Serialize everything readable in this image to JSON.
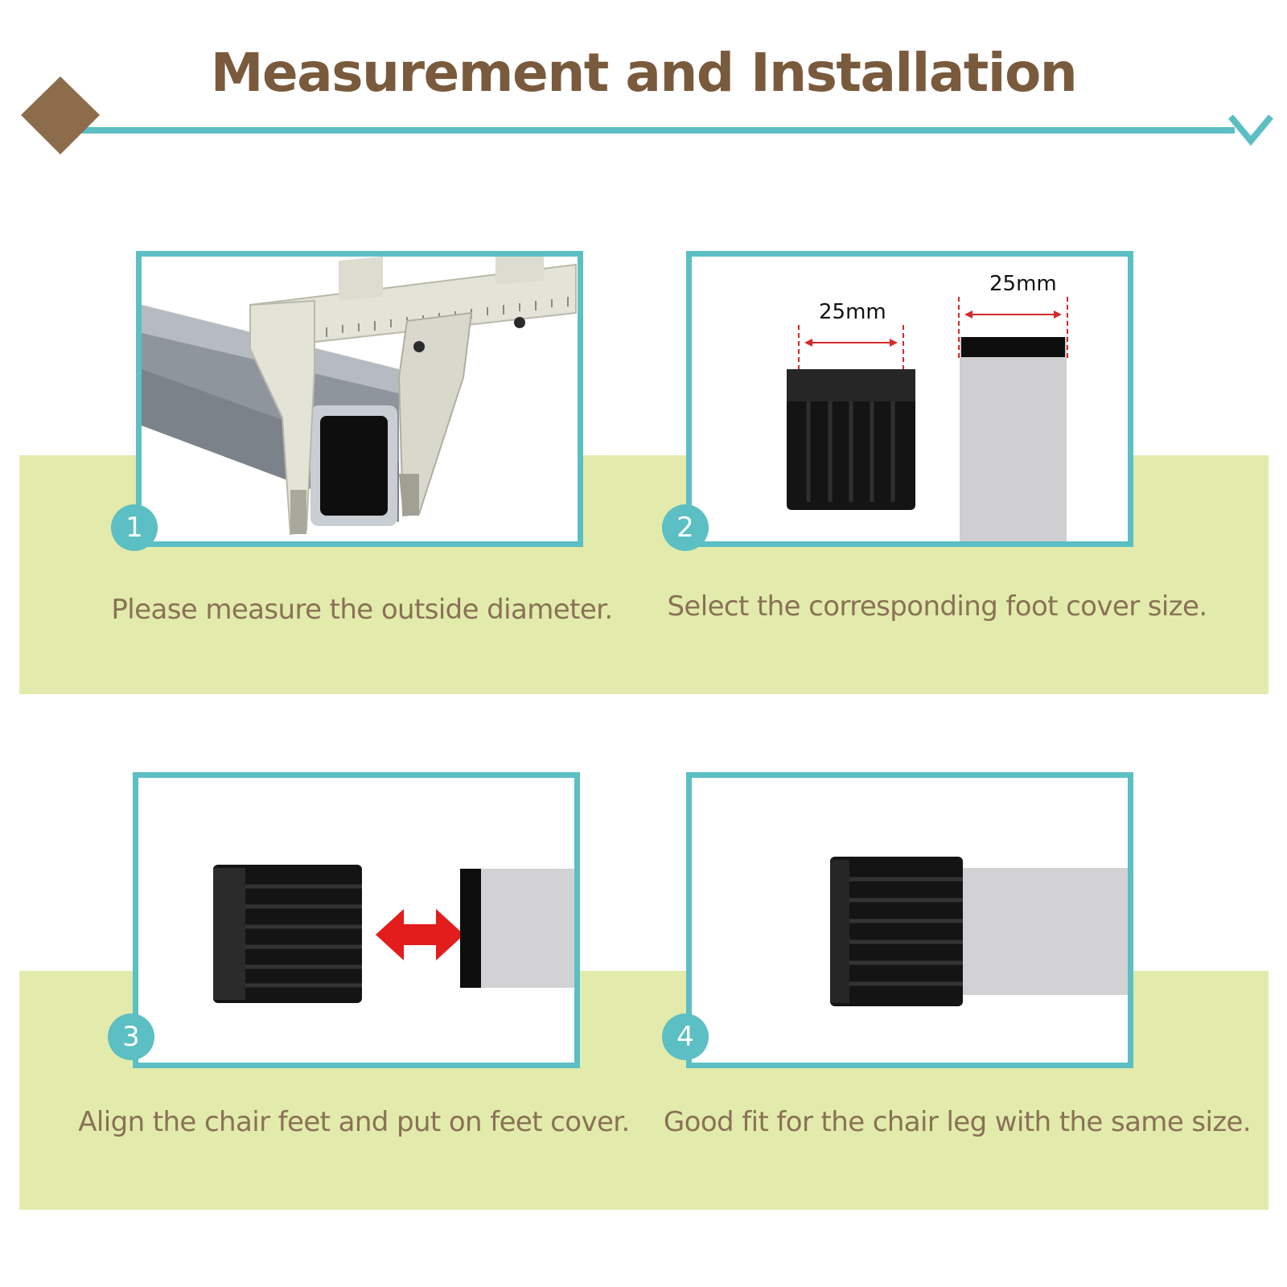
{
  "title": "Measurement and Installation",
  "colors": {
    "title": "#7a5a3c",
    "accent_teal": "#5bbfc3",
    "diamond": "#8d6c4b",
    "band": "#e2ebab",
    "caption": "#8a7157",
    "arrow": "#e31c1c",
    "dimension_line": "#d42a2a"
  },
  "icons": {
    "header_left": "diamond-icon",
    "header_right": "chevron-down-icon",
    "step3_arrow": "double-arrow-icon"
  },
  "steps": [
    {
      "number": "1",
      "caption": "Please measure the outside diameter."
    },
    {
      "number": "2",
      "caption": "Select the corresponding foot cover size.",
      "cap_dimension": "25mm",
      "leg_dimension": "25mm"
    },
    {
      "number": "3",
      "caption": "Align the chair feet and put on feet cover."
    },
    {
      "number": "4",
      "caption": "Good fit for the chair leg with the same size."
    }
  ]
}
